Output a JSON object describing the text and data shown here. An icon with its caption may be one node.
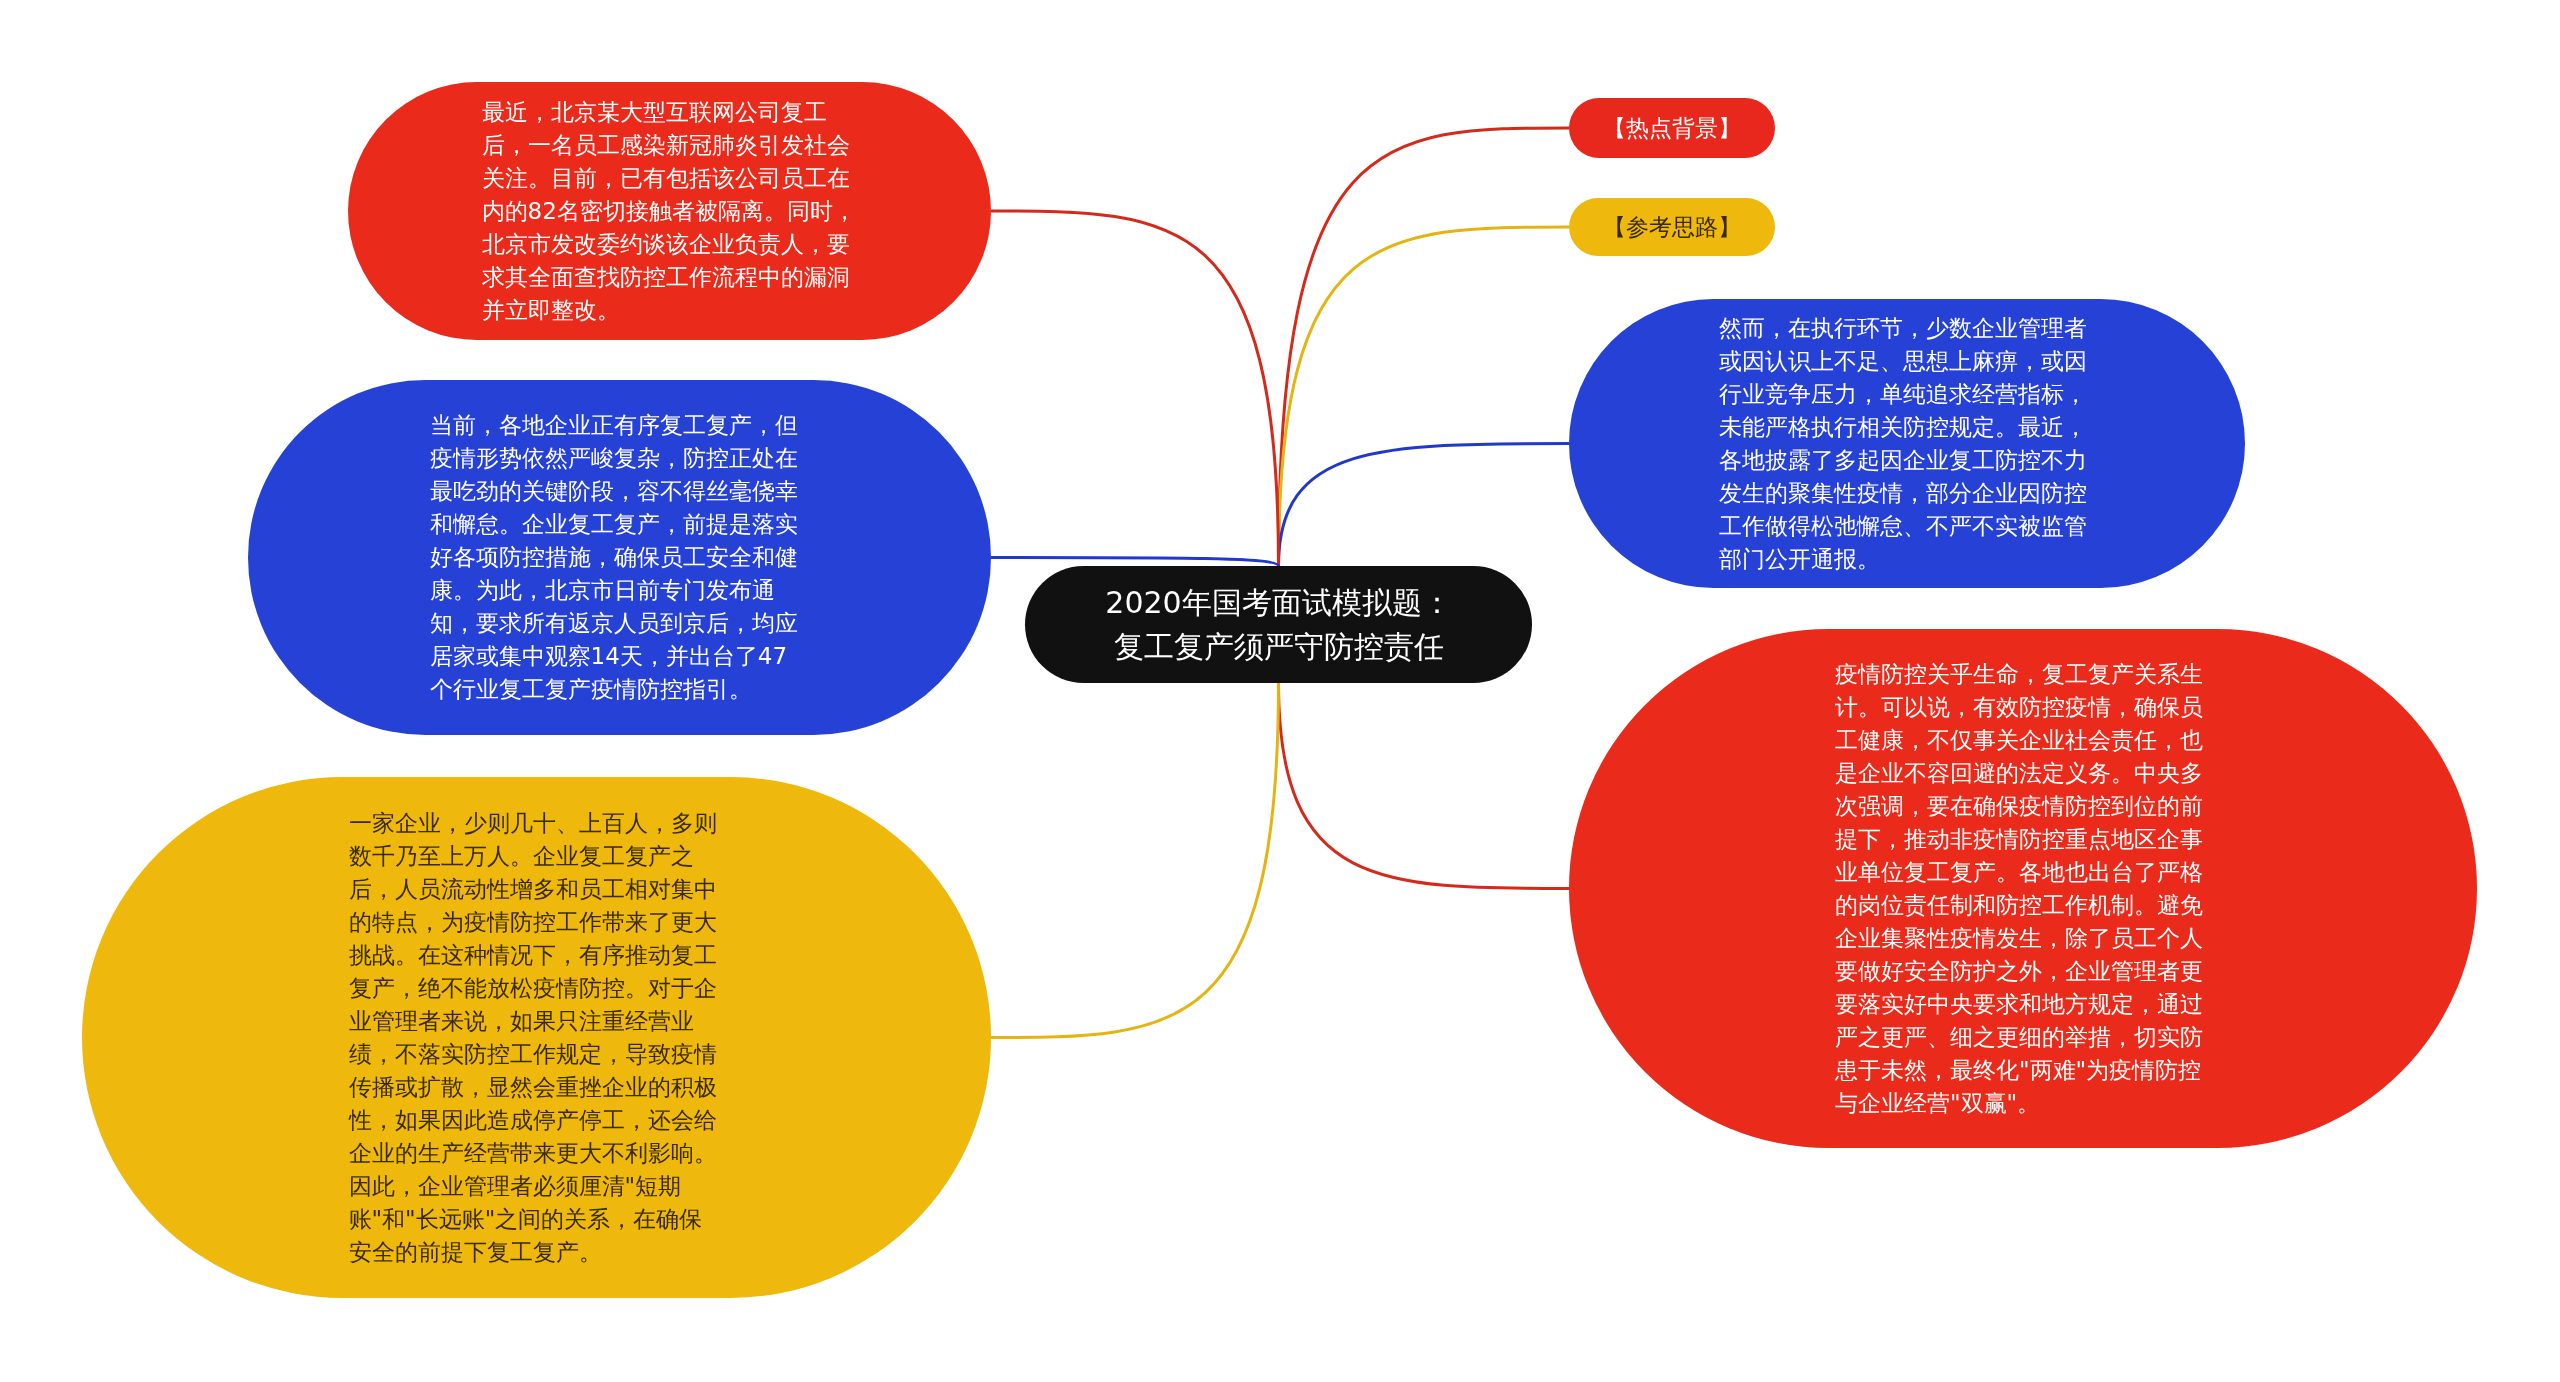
{
  "diagram": {
    "nodes": [
      {
        "text": [
          "2020年国考面试模拟题：复工复产须严守防控责任"
        ]
      },
      {
        "text": [
          "【热点背景】"
        ]
      },
      {
        "text": [
          "【参考思路】"
        ]
      },
      {
        "text": [
          "然而，在执行环节，少数企业管理者或因认识上不足、思想上麻痹，或因行业竞争压力，单纯追求经营指标，未能严格执行相关防控规定。最近，各地披露了多起因企业复工防控不力发生的聚集性疫情，部分企业因防控工作做得松弛懈怠、不严不实被监管部门公开通报。"
        ]
      },
      {
        "text": [
          "疫情防控关乎生命，复工复产关系生计。可以说，有效防控疫情，确保员工健康，不仅事关企业社会责任，也是企业不容回避的法定义务。中央多次强调，要在确保疫情防控到位的前提下，推动非疫情防控重点地区企事业单位复工复产。各地也出台了严格的岗位责任制和防控工作机制。避免企业集聚性疫情发生，除了员工个人要做好安全防护之外，企业管理者更要落实好中央要求和地方规定，通过严之更严、细之更细的举措，切实防患于未然，最终化\"两难\"为疫情防控与企业经营\"双赢\"。"
        ]
      },
      {
        "text": [
          "最近，北京某大型互联网公司复工后，一名员工感染新冠肺炎引发社会关注。目前，已有包括该公司员工在内的82名密切接触者被隔离。同时，北京市发改委约谈该企业负责人，要求其全面查找防控工作流程中的漏洞并立即整改。"
        ]
      },
      {
        "text": [
          "当前，各地企业正有序复工复产，但疫情形势依然严峻复杂，防控正处在最吃劲的关键阶段，容不得丝毫侥幸和懈怠。企业复工复产，前提是落实好各项防控措施，确保员工安全和健康。为此，北京市日前专门发布通知，要求所有返京人员到京后，均应居家或集中观察14天，并出台了47个行业复工复产疫情防控指引。"
        ]
      },
      {
        "text": [
          "一家企业，少则几十、上百人，多则数千乃至上万人。企业复工复产之后，人员流动性增多和员工相对集中的特点，为疫情防控工作带来了更大挑战。在这种情况下，有序推动复工复产，绝不能放松疫情防控。对于企业管理者来说，如果只注重经营业绩，不落实防控工作规定，导致疫情传播或扩散，显然会重挫企业的积极性，如果因此造成停产停工，还会给企业的生产经营带来更大不利影响。因此，企业管理者必须厘清\"短期账\"和\"长远账\"之间的关系，在确保安全的前提下复工复产。"
        ]
      }
    ],
    "edges": [
      {
        "from": 0,
        "to": 1,
        "arrow": "none",
        "color": "#d42a1c"
      },
      {
        "from": 0,
        "to": 2,
        "arrow": "none",
        "color": "#e6b412"
      },
      {
        "from": 0,
        "to": 3,
        "arrow": "none",
        "color": "#2139c9"
      },
      {
        "from": 0,
        "to": 4,
        "arrow": "none",
        "color": "#d42a1c"
      },
      {
        "from": 0,
        "to": 5,
        "arrow": "none",
        "color": "#d42a1c"
      },
      {
        "from": 0,
        "to": 6,
        "arrow": "none",
        "color": "#2139c9"
      },
      {
        "from": 0,
        "to": 7,
        "arrow": "none",
        "color": "#e6b412"
      }
    ]
  }
}
